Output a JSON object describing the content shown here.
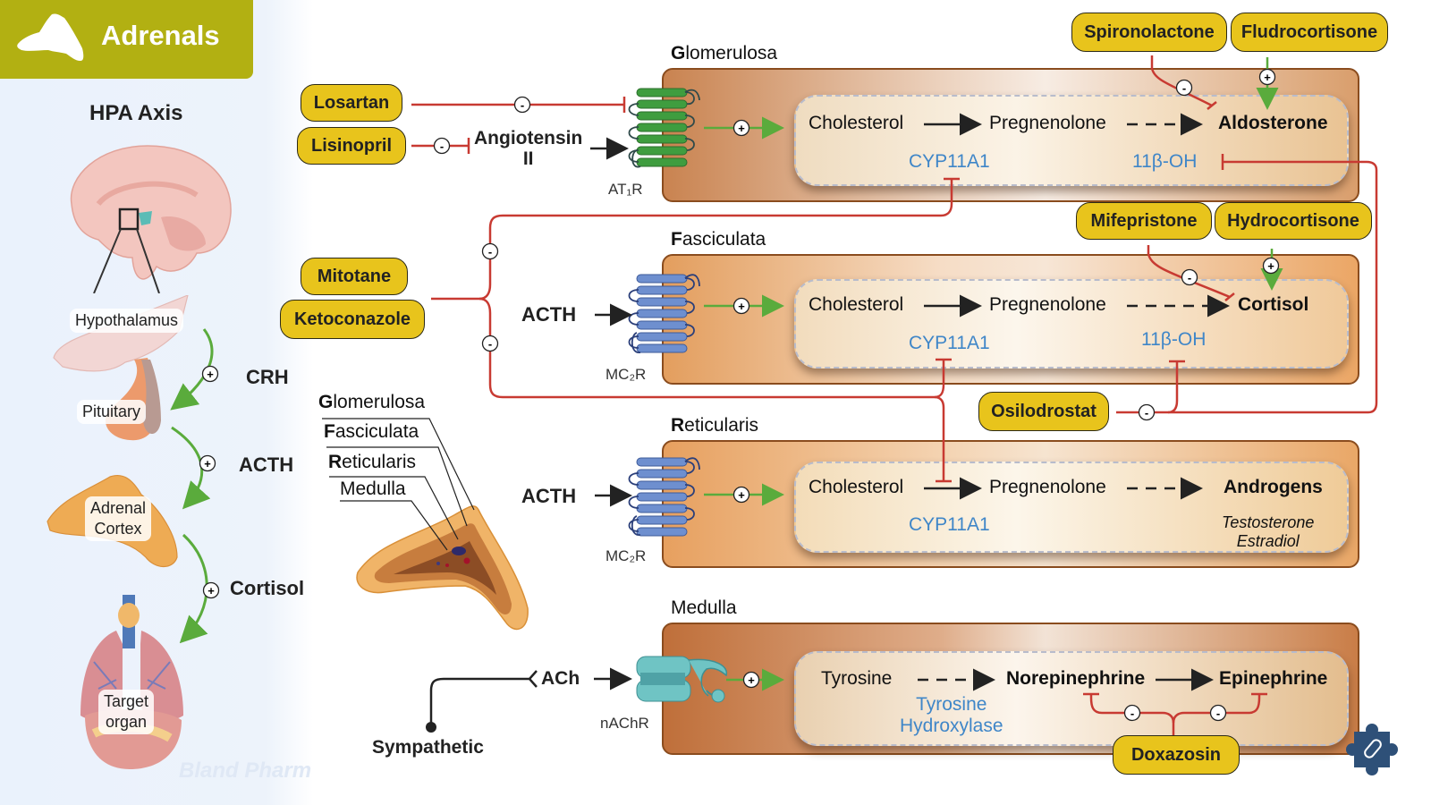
{
  "header": {
    "title": "Adrenals",
    "icon": "adrenal-gland-icon",
    "color": "#b2b012"
  },
  "hpa": {
    "title": "HPA Axis",
    "organs": [
      "Hypothalamus",
      "Pituitary",
      "Adrenal\nCortex",
      "Target\norgan"
    ],
    "hormones": [
      "CRH",
      "ACTH",
      "Cortisol"
    ],
    "effect_symbol": "+"
  },
  "watermark": "Bland Pharm",
  "anatomy": {
    "labels": [
      {
        "initial": "G",
        "rest": "lomerulosa"
      },
      {
        "initial": "F",
        "rest": "asciculata"
      },
      {
        "initial": "R",
        "rest": "eticularis"
      },
      {
        "initial": "",
        "rest": "Medulla"
      }
    ]
  },
  "drugs": {
    "losartan": "Losartan",
    "lisinopril": "Lisinopril",
    "mitotane": "Mitotane",
    "ketoconazole": "Ketoconazole",
    "spironolactone": "Spironolactone",
    "fludrocortisone": "Fludrocortisone",
    "mifepristone": "Mifepristone",
    "hydrocortisone": "Hydrocortisone",
    "osilodrostat": "Osilodrostat",
    "doxazosin": "Doxazosin",
    "color": "#e8c41c"
  },
  "signals": {
    "angiotensin": "Angiotensin\nII",
    "acth1": "ACTH",
    "acth2": "ACTH",
    "ach": "ACh",
    "sympathetic": "Sympathetic"
  },
  "zones": {
    "glomerulosa": {
      "title_initial": "G",
      "title_rest": "lomerulosa",
      "receptor": "AT₁R",
      "steps": [
        "Cholesterol",
        "Pregnenolone",
        "Aldosterone"
      ],
      "enzymes": [
        "CYP11A1",
        "11β-OH"
      ]
    },
    "fasciculata": {
      "title_initial": "F",
      "title_rest": "asciculata",
      "receptor": "MC₂R",
      "steps": [
        "Cholesterol",
        "Pregnenolone",
        "Cortisol"
      ],
      "enzymes": [
        "CYP11A1",
        "11β-OH"
      ]
    },
    "reticularis": {
      "title_initial": "R",
      "title_rest": "eticularis",
      "receptor": "MC₂R",
      "steps": [
        "Cholesterol",
        "Pregnenolone",
        "Androgens"
      ],
      "enzymes": [
        "CYP11A1"
      ],
      "products": "Testosterone\nEstradiol"
    },
    "medulla": {
      "title_initial": "",
      "title_rest": "Medulla",
      "receptor": "nAChR",
      "steps": [
        "Tyrosine",
        "Norepinephrine",
        "Epinephrine"
      ],
      "enzymes": [
        "Tyrosine\nHydroxylase"
      ]
    }
  },
  "symbols": {
    "stimulate": "+",
    "inhibit": "-"
  },
  "colors": {
    "stimulate": "#5aab3c",
    "inhibit": "#c83a32",
    "enzyme": "#3f86c8"
  },
  "logo_icon": "puzzle-pill-icon"
}
